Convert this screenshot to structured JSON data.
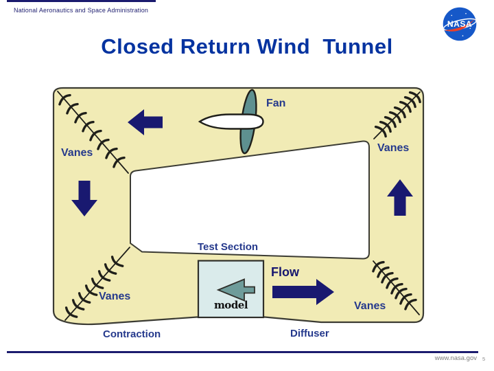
{
  "slide": {
    "agency_line": "National Aeronautics and Space Administration",
    "title": "Closed Return Wind  Tunnel",
    "footer_url": "www.nasa.gov",
    "page_number": "5"
  },
  "logo": {
    "name": "nasa-insignia",
    "text": "NASA"
  },
  "diagram": {
    "type": "closed-return wind tunnel schematic",
    "labels": {
      "fan": "Fan",
      "vanes_top_left": "Vanes",
      "vanes_top_right": "Vanes",
      "vanes_bottom_left": "Vanes",
      "vanes_bottom_right": "Vanes",
      "test_section": "Test Section",
      "flow": "Flow",
      "model": "model",
      "contraction": "Contraction",
      "diffuser": "Diffuser"
    },
    "icons": {
      "top_leg_arrow": "arrow-left",
      "left_leg_arrow": "arrow-down",
      "right_leg_arrow": "arrow-up",
      "flow_arrow": "arrow-right",
      "model_icon": "left-pointing-model-aircraft",
      "fan_icon": "propeller-disk-with-nacelle",
      "corner_vanes": "turning-vane-cascade"
    },
    "colors": {
      "duct_fill": "#F1EBB5",
      "outline": "#3B3B33",
      "arrow_navy": "#191970",
      "label_blue": "#25398C",
      "title_blue": "#0433A0",
      "fan_teal": "#5E9090",
      "model_teal": "#6E9C9A",
      "test_box_fill": "#DAEBEB",
      "logo_blue": "#1658C8",
      "logo_red": "#E8402A"
    }
  }
}
